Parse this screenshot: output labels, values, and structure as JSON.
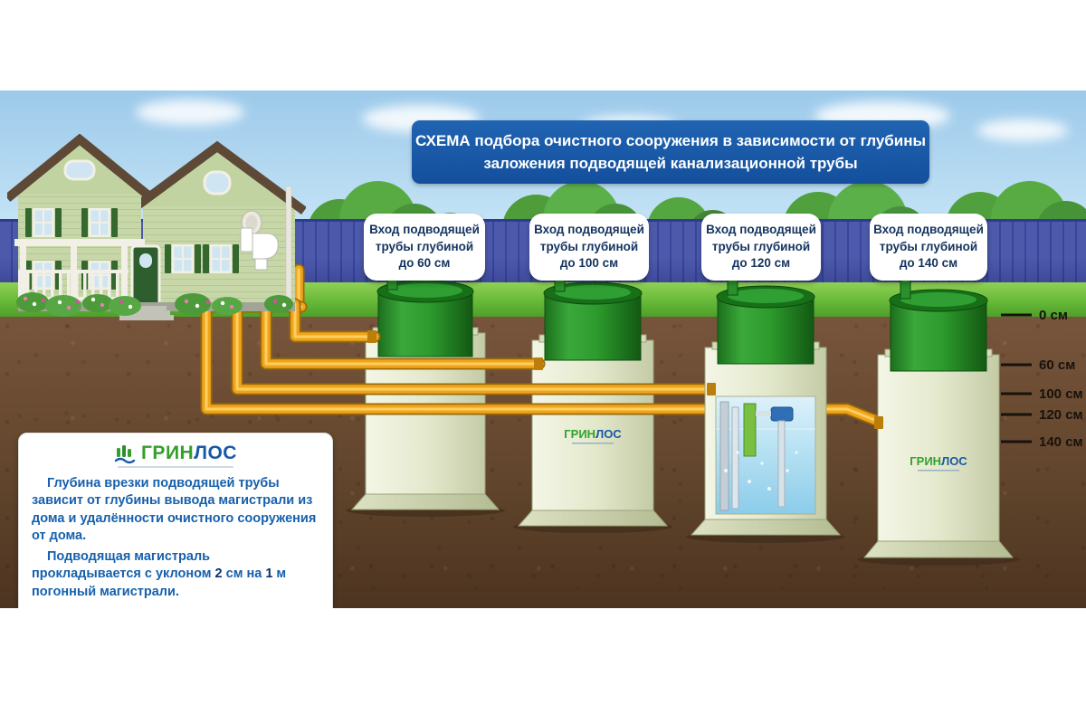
{
  "title": {
    "line1": "СХЕМА подбора очистного сооружения в зависимости от глубины",
    "line2": "заложения подводящей канализационной трубы"
  },
  "callouts": [
    {
      "line1": "Вход подводящей",
      "line2": "трубы глубиной",
      "line3": "до 60 см"
    },
    {
      "line1": "Вход подводящей",
      "line2": "трубы глубиной",
      "line3": "до 100 см"
    },
    {
      "line1": "Вход подводящей",
      "line2": "трубы глубиной",
      "line3": "до 120 см"
    },
    {
      "line1": "Вход подводящей",
      "line2": "трубы глубиной",
      "line3": "до 140 см"
    }
  ],
  "depth_scale": {
    "labels": [
      "0 см",
      "60 см",
      "100 см",
      "120 см",
      "140 см"
    ]
  },
  "brand": {
    "part1": "ГРИН",
    "part2": "ЛОС"
  },
  "info_box": {
    "p1": "Глубина врезки подводящей трубы зависит от глубины вывода магистрали из дома и удалённости очистного сооружения от дома.",
    "p2_parts": [
      "Подводящая магистраль прокладывается с уклоном ",
      "2",
      " см на ",
      "1",
      " м погонный магистрали."
    ]
  },
  "colors": {
    "title_bg": "#15599f",
    "accent_blue": "#1658a8",
    "brand_green": "#33a02c",
    "pipe_orange": "#f0a41d",
    "tank_green": "#2f9e2f",
    "tank_body": "#e8ecd4",
    "soil": "#61452c",
    "grass": "#62b535",
    "fence": "#37459b"
  }
}
